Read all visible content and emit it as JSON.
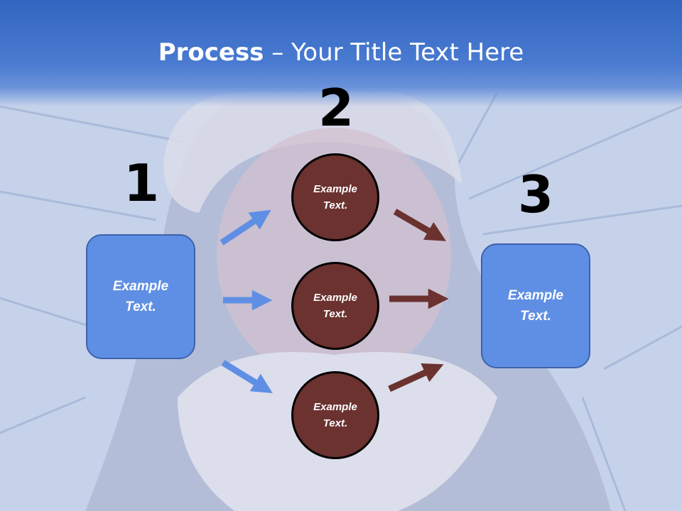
{
  "title": {
    "bold": "Process",
    "rest": " – Your Title Text Here"
  },
  "steps": [
    {
      "number": "1",
      "text": "Example\nText."
    },
    {
      "number": "2",
      "circles": [
        "Example\nText.",
        "Example\nText.",
        "Example\nText."
      ]
    },
    {
      "number": "3",
      "text": "Example\nText."
    }
  ],
  "colors": {
    "title_bar": "#3366c0",
    "box_fill": "#5f8fe4",
    "circle_fill": "#6b3230",
    "arrow_blue": "#5f8fe4",
    "arrow_maroon": "#6b3230"
  }
}
